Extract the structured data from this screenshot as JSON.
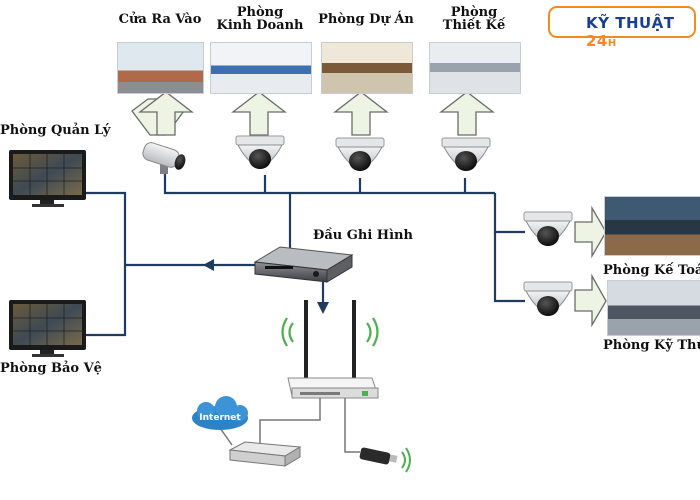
{
  "brand": {
    "name": "KỸ THUẬT",
    "number": "24",
    "suffix": "H",
    "accent": "#f28a1e",
    "primary": "#1b3f8f"
  },
  "rooms_top": [
    {
      "label": "Cửa Ra Vào",
      "camera": "bullet-camera"
    },
    {
      "label_line1": "Phòng",
      "label_line2": "Kinh Doanh",
      "camera": "dome-camera"
    },
    {
      "label": "Phòng Dự Án",
      "camera": "dome-camera"
    },
    {
      "label_line1": "Phòng",
      "label_line2": "Thiết Kế",
      "camera": "dome-camera"
    }
  ],
  "rooms_right": [
    {
      "label": "Phòng Kế Toá",
      "camera": "dome-camera"
    },
    {
      "label": "Phòng Kỹ Thu",
      "camera": "dome-camera"
    }
  ],
  "monitors": [
    {
      "label": "Phòng Quản Lý"
    },
    {
      "label": "Phòng Bảo Vệ"
    }
  ],
  "recorder": {
    "label": "Đầu Ghi Hình"
  },
  "internet": {
    "label": "Internet"
  },
  "line_color": "#1f3c5e",
  "arrow_fill": "#eef4e4",
  "arrow_stroke": "#6b6b6b"
}
